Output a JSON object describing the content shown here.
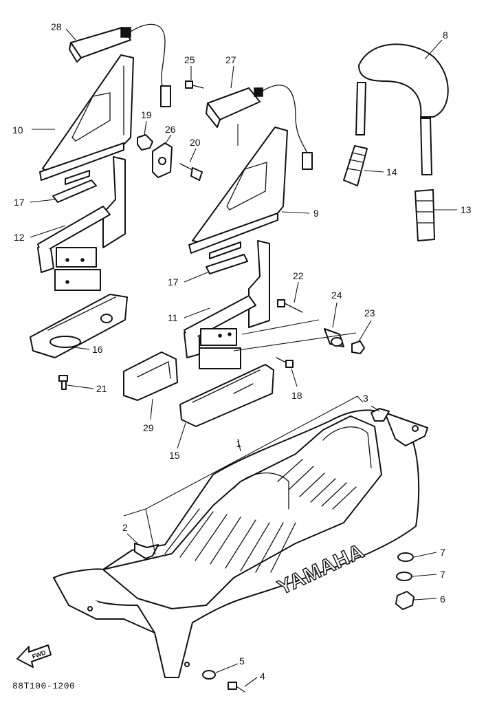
{
  "diagram_code": "88T100-1200",
  "brand_mark": "YAMAHA",
  "fwd_label": "FWD",
  "callouts": [
    {
      "id": "c1",
      "text": "1"
    },
    {
      "id": "c2",
      "text": "2"
    },
    {
      "id": "c3",
      "text": "3"
    },
    {
      "id": "c4",
      "text": "4"
    },
    {
      "id": "c5",
      "text": "5"
    },
    {
      "id": "c6",
      "text": "6"
    },
    {
      "id": "c7a",
      "text": "7"
    },
    {
      "id": "c7b",
      "text": "7"
    },
    {
      "id": "c8",
      "text": "8"
    },
    {
      "id": "c9",
      "text": "9"
    },
    {
      "id": "c10",
      "text": "10"
    },
    {
      "id": "c11",
      "text": "11"
    },
    {
      "id": "c12",
      "text": "12"
    },
    {
      "id": "c13",
      "text": "13"
    },
    {
      "id": "c14",
      "text": "14"
    },
    {
      "id": "c15",
      "text": "15"
    },
    {
      "id": "c16",
      "text": "16"
    },
    {
      "id": "c17a",
      "text": "17"
    },
    {
      "id": "c17b",
      "text": "17"
    },
    {
      "id": "c18",
      "text": "18"
    },
    {
      "id": "c19",
      "text": "19"
    },
    {
      "id": "c20",
      "text": "20"
    },
    {
      "id": "c21",
      "text": "21"
    },
    {
      "id": "c22",
      "text": "22"
    },
    {
      "id": "c23",
      "text": "23"
    },
    {
      "id": "c24",
      "text": "24"
    },
    {
      "id": "c25",
      "text": "25"
    },
    {
      "id": "c26",
      "text": "26"
    },
    {
      "id": "c27",
      "text": "27"
    },
    {
      "id": "c28",
      "text": "28"
    },
    {
      "id": "c29",
      "text": "29"
    }
  ]
}
